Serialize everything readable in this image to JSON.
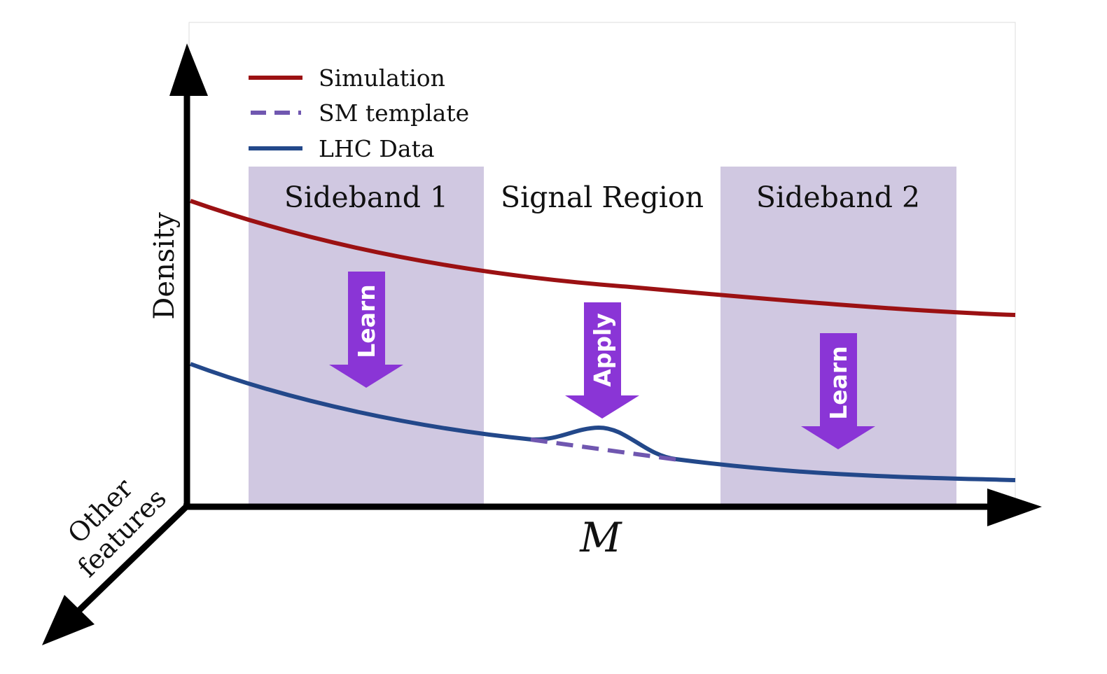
{
  "legend": {
    "simulation": "Simulation",
    "sm_template": "SM template",
    "lhc_data": "LHC Data"
  },
  "regions": {
    "sideband1": "Sideband 1",
    "signal": "Signal Region",
    "sideband2": "Sideband 2"
  },
  "arrows": {
    "learn1": "Learn",
    "apply": "Apply",
    "learn2": "Learn"
  },
  "axes": {
    "y_label": "Density",
    "x_label": "M",
    "z_label_line1": "Other",
    "z_label_line2": "features"
  },
  "colors": {
    "simulation": "#9b1113",
    "sm_template": "#7057b0",
    "lhc_data": "#23488a",
    "region_fill": "#d0c8e1",
    "arrow_fill": "#8a35d6",
    "axis": "#000000"
  }
}
